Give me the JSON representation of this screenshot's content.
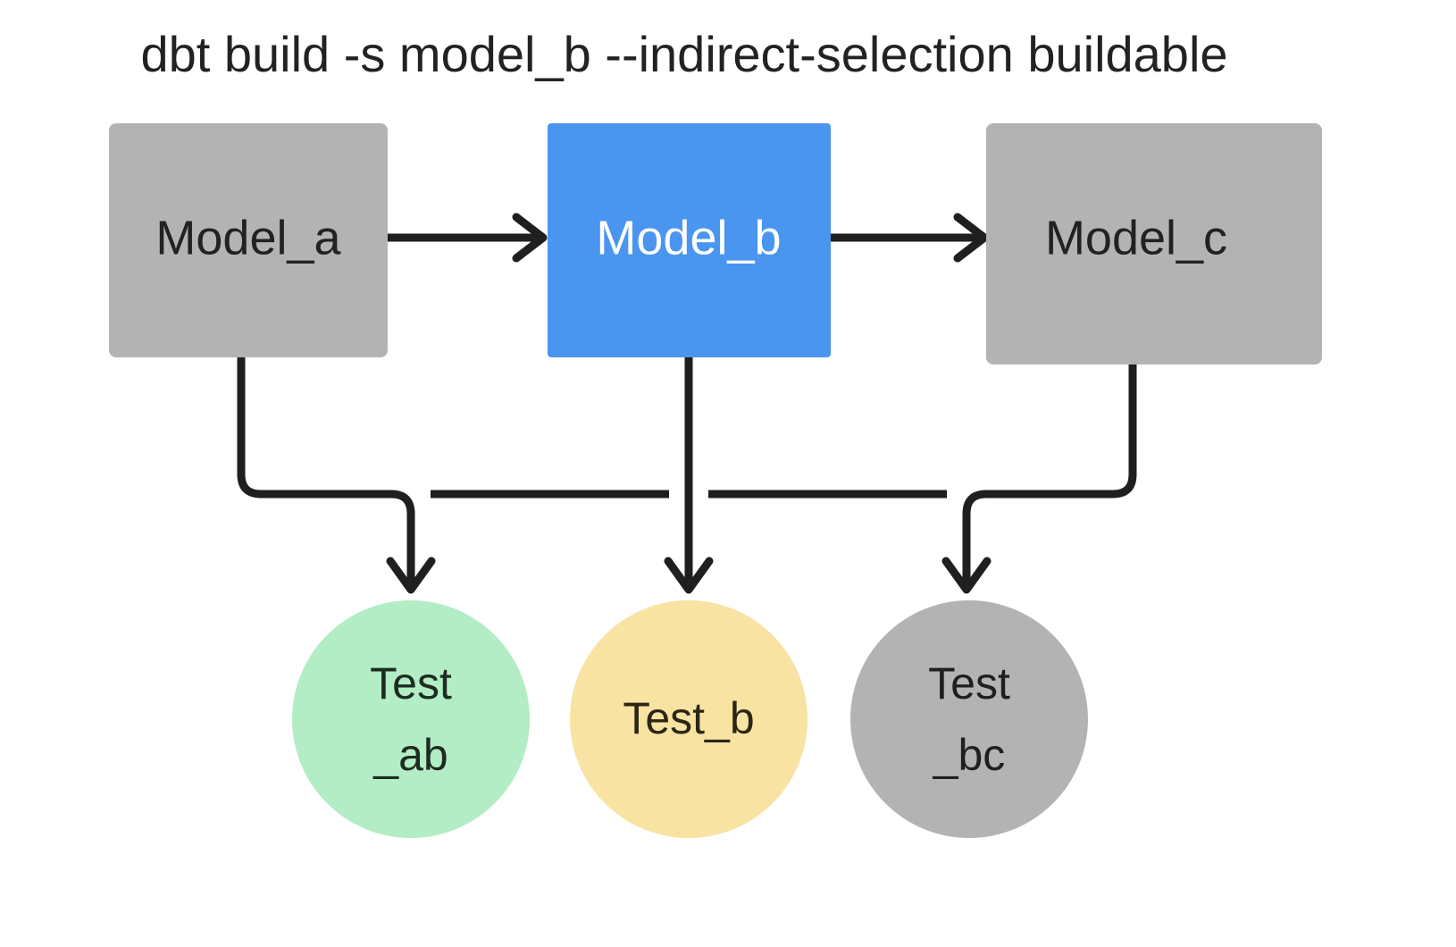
{
  "diagram": {
    "title": "dbt build -s model_b --indirect-selection buildable",
    "background_color": "#ffffff",
    "edge_color": "#1f1f1f",
    "nodes": {
      "model_a": {
        "label": "Model_a",
        "shape": "rectangle",
        "fill": "#b3b3b3",
        "text_color": "#222222",
        "state": "unselected"
      },
      "model_b": {
        "label": "Model_b",
        "shape": "rectangle",
        "fill": "#4a95f0",
        "text_color": "#ffffff",
        "state": "selected"
      },
      "model_c": {
        "label": "Model_c",
        "shape": "rectangle",
        "fill": "#b3b3b3",
        "text_color": "#222222",
        "state": "unselected"
      },
      "test_ab": {
        "label_line1": "Test",
        "label_line2": "_ab",
        "shape": "circle",
        "fill": "#b2edc5",
        "text_color": "#1d2b20",
        "state": "selected-buildable"
      },
      "test_b": {
        "label_line1": "Test_b",
        "label_line2": "",
        "shape": "circle",
        "fill": "#f8e3a3",
        "text_color": "#2b2514",
        "state": "selected-direct"
      },
      "test_bc": {
        "label_line1": "Test",
        "label_line2": "_bc",
        "shape": "circle",
        "fill": "#b3b3b3",
        "text_color": "#1f1f1f",
        "state": "unselected"
      }
    },
    "edges": [
      {
        "from": "model_a",
        "to": "model_b",
        "style": "straight-arrow"
      },
      {
        "from": "model_b",
        "to": "model_c",
        "style": "straight-arrow"
      },
      {
        "from": "model_a",
        "to": "test_ab",
        "style": "elbow-arrow"
      },
      {
        "from": "model_b",
        "to": "test_ab",
        "style": "elbow-arrow"
      },
      {
        "from": "model_b",
        "to": "test_b",
        "style": "straight-arrow"
      },
      {
        "from": "model_b",
        "to": "test_bc",
        "style": "elbow-arrow"
      },
      {
        "from": "model_c",
        "to": "test_bc",
        "style": "elbow-arrow"
      }
    ]
  }
}
